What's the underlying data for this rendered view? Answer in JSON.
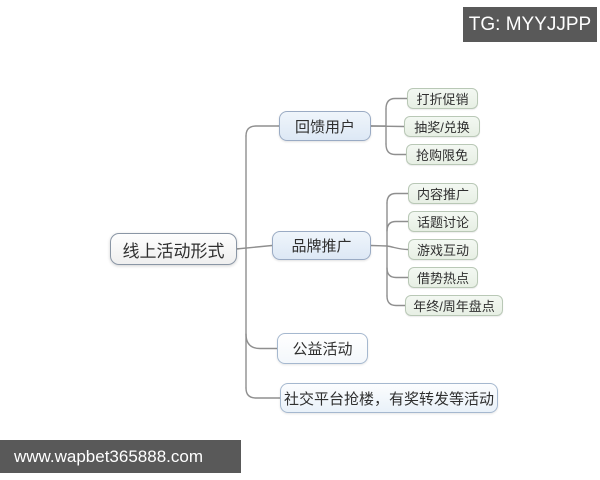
{
  "overlays": {
    "tg_badge": "TG: MYYJJPP",
    "watermark": "www.wapbet365888.com"
  },
  "mindmap": {
    "root": {
      "label": "线上活动形式"
    },
    "branches": [
      {
        "label": "回馈用户",
        "children": [
          {
            "label": "打折促销"
          },
          {
            "label": "抽奖/兑换"
          },
          {
            "label": "抢购限免"
          }
        ]
      },
      {
        "label": "品牌推广",
        "children": [
          {
            "label": "内容推广"
          },
          {
            "label": "话题讨论"
          },
          {
            "label": "游戏互动"
          },
          {
            "label": "借势热点"
          },
          {
            "label": "年终/周年盘点"
          }
        ]
      },
      {
        "label": "公益活动",
        "children": []
      },
      {
        "label": "社交平台抢楼，有奖转发等活动",
        "children": []
      }
    ]
  },
  "colors": {
    "badge_bg": "#595959",
    "badge_text": "#ffffff",
    "branch_node_fill": "#e6eef8",
    "white_node_fill": "#fbfdfe",
    "leaf_node_fill": "#edf4ec",
    "connector_line": "#8f8f8f"
  }
}
